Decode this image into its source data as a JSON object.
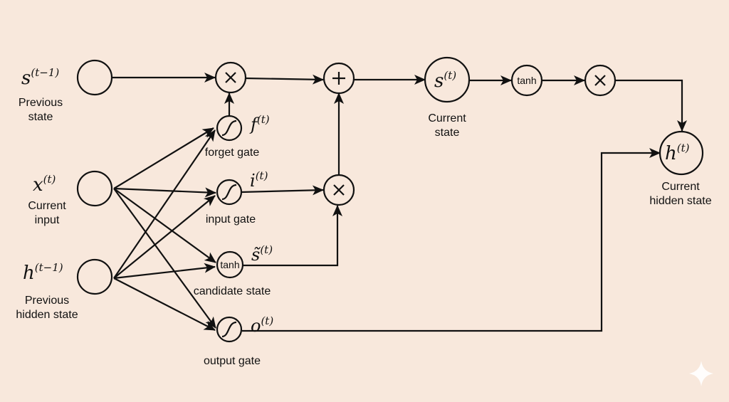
{
  "background": "#f8e8dc",
  "inputs": {
    "prev_state": {
      "symbol": "s",
      "sup": "(t−1)",
      "label1": "Previous",
      "label2": "state"
    },
    "current_input": {
      "symbol": "x",
      "sup": "(t)",
      "label1": "Current",
      "label2": "input"
    },
    "prev_hidden": {
      "symbol": "h",
      "sup": "(t−1)",
      "label1": "Previous",
      "label2": "hidden state"
    }
  },
  "gates": {
    "forget": {
      "symbol": "f",
      "sup": "(t)",
      "label": "forget gate",
      "activation": "sigmoid"
    },
    "input": {
      "symbol": "i",
      "sup": "(t)",
      "label": "input gate",
      "activation": "sigmoid"
    },
    "candidate": {
      "symbol": "s̃",
      "sup": "(t)",
      "label": "candidate state",
      "activation": "tanh"
    },
    "output": {
      "symbol": "o",
      "sup": "(t)",
      "label": "output gate",
      "activation": "sigmoid"
    }
  },
  "ops": {
    "multiply": "×",
    "add": "+",
    "tanh": "tanh"
  },
  "current_state": {
    "symbol": "s",
    "sup": "(t)",
    "label1": "Current",
    "label2": "state"
  },
  "current_hidden": {
    "symbol": "h",
    "sup": "(t)",
    "label1": "Current",
    "label2": "hidden state"
  },
  "watermark_icon": "sparkle-icon"
}
